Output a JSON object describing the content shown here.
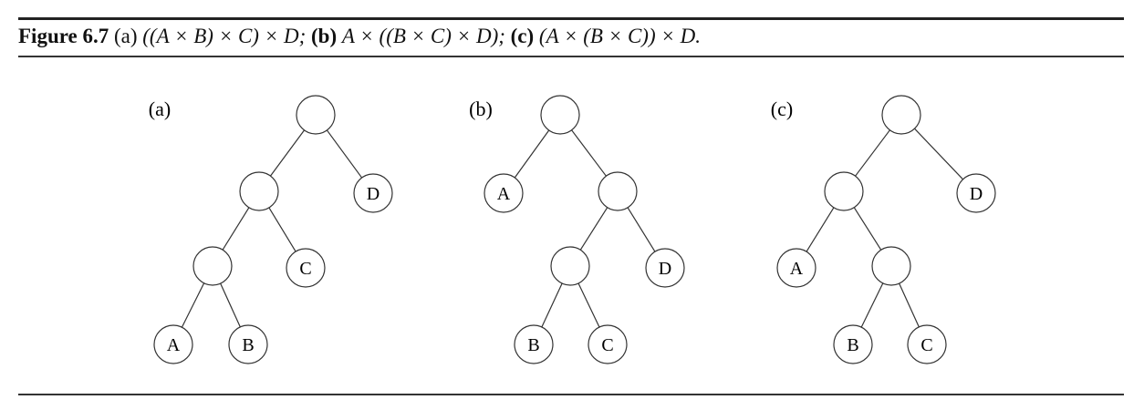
{
  "caption": {
    "figure_label": "Figure 6.7",
    "parts": [
      {
        "label": "(a)",
        "expr": "((A × B) × C) × D;"
      },
      {
        "label": "(b)",
        "expr": "A × ((B × C) × D);"
      },
      {
        "label": "(c)",
        "expr": "(A × (B × C)) × D."
      }
    ]
  },
  "trees": [
    {
      "label": "(a)",
      "nodes": [
        "",
        "",
        "D",
        "",
        "C",
        "A",
        "B"
      ]
    },
    {
      "label": "(b)",
      "nodes": [
        "",
        "A",
        "",
        "",
        "D",
        "B",
        "C"
      ]
    },
    {
      "label": "(c)",
      "nodes": [
        "",
        "",
        "D",
        "A",
        "",
        "B",
        "C"
      ]
    }
  ]
}
